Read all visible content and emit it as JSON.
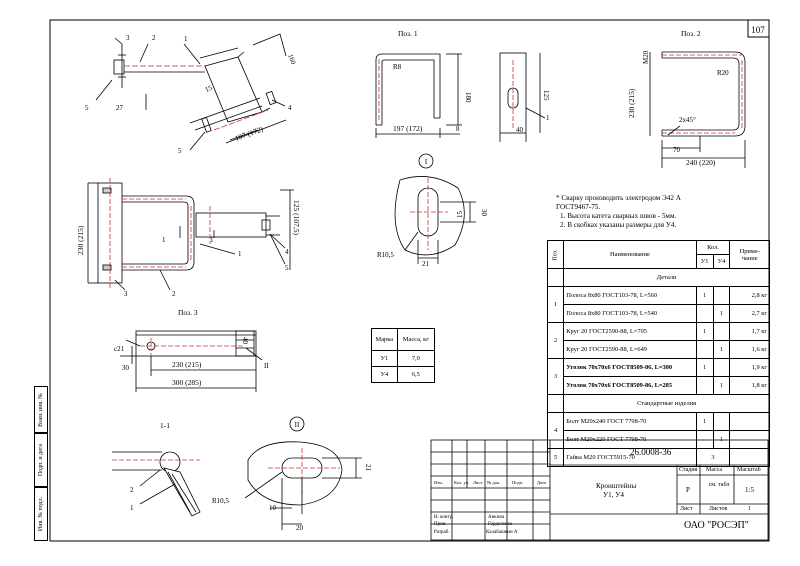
{
  "sheet_number": "107",
  "views": {
    "poz1_label": "Поз. 1",
    "poz2_label": "Поз. 2",
    "poz3_label": "Поз. 3",
    "section_label": "1-1",
    "detail1_label": "I",
    "detail2_label": "II"
  },
  "dimensions": {
    "d_197_172_a": "197 (172)",
    "d_197_172_b": "197 (172)",
    "d_160": "160",
    "d_15_top": "15",
    "d_27": "27",
    "d_r8": "R8",
    "d_180": "180",
    "d_8": "8",
    "d_125": "125",
    "d_40": "40",
    "d_m20": "M20",
    "d_r20": "R20",
    "d_230_215_a": "230 (215)",
    "d_2x45": "2x45°",
    "d_70": "70",
    "d_240_220": "240 (220)",
    "d_230_215_b": "230 (215)",
    "d_125_1075": "125 (107,5)",
    "d_30_a": "30",
    "d_15_b": "15",
    "d_r105_a": "R10,5",
    "d_21_a": "21",
    "d_c21": "c21",
    "d_40_b": "40",
    "d_30_b": "30",
    "d_230_215_c": "230 (215)",
    "d_300_285": "300 (285)",
    "d_r105_b": "R10,5",
    "d_10": "10",
    "d_20": "20",
    "d_21_b": "21"
  },
  "callouts": [
    "1",
    "2",
    "3",
    "4",
    "5"
  ],
  "notes": {
    "n1": "* Сварку производить электродом Э42 А",
    "n2": "ГОСТ9467-75.",
    "n3": "1. Высота катета сварных швов - 5мм.",
    "n4": "2. В скобках указаны размеры для У4."
  },
  "mass_table": {
    "h_mark": "Марка",
    "h_mass": "Масса, кг",
    "rows": [
      {
        "mark": "У1",
        "mass": "7,0"
      },
      {
        "mark": "У4",
        "mass": "6,5"
      }
    ]
  },
  "spec_table": {
    "h_pos": "Поз.",
    "h_name": "Наименование",
    "h_qty": "Кол.",
    "h_u1": "У1",
    "h_u4": "У4",
    "h_note": "Приме-чание",
    "section_details": "Детали",
    "section_standard": "Стандартные изделия",
    "rows": [
      {
        "pos": "1",
        "name": "Полоса 8х80 ГОСТ103-78, L=560",
        "u1": "1",
        "u4": "",
        "note": "2,8 кг",
        "bold": false
      },
      {
        "pos": "",
        "name": "Полоса 8х80 ГОСТ103-78, L=540",
        "u1": "",
        "u4": "1",
        "note": "2,7 кг",
        "bold": false
      },
      {
        "pos": "2",
        "name": "Круг 20 ГОСТ2590-88, L=705",
        "u1": "1",
        "u4": "",
        "note": "1,7 кг",
        "bold": false
      },
      {
        "pos": "",
        "name": "Круг 20 ГОСТ2590-88, L=649",
        "u1": "",
        "u4": "1",
        "note": "1,6 кг",
        "bold": false
      },
      {
        "pos": "3",
        "name": "Уголок 70х70х6 ГОСТ8509-86, L=300",
        "u1": "1",
        "u4": "",
        "note": "1,9 кг",
        "bold": true
      },
      {
        "pos": "",
        "name": "Уголок 70х70х6 ГОСТ8509-86, L=285",
        "u1": "",
        "u4": "1",
        "note": "1,8 кг",
        "bold": true
      }
    ],
    "std_rows": [
      {
        "pos": "4",
        "name": "Болт М20х240 ГОСТ 7798-70",
        "u1": "1",
        "u4": "",
        "note": ""
      },
      {
        "pos": "",
        "name": "Болт М20х220 ГОСТ 7798-70",
        "u1": "",
        "u4": "1",
        "note": ""
      },
      {
        "pos": "5",
        "name": "Гайка М20 ГОСТ5915-70",
        "u1": "3",
        "u4": "",
        "note": ""
      }
    ]
  },
  "title_block": {
    "doc_code": "26.0008-36",
    "title_line1": "Кронштейны",
    "title_line2": "У1, У4",
    "h_stage": "Стадия",
    "h_mass": "Масса",
    "h_scale": "Масштаб",
    "stage": "Р",
    "mass": "см. табл",
    "scale": "1:5",
    "h_sheet": "Лист",
    "h_sheets": "Листов",
    "sheets": "1",
    "company": "ОАО \"РОСЭП\"",
    "col_izm": "Изм.",
    "col_kol": "Кол. уч.",
    "col_list": "Лист",
    "col_ndok": "№ док.",
    "col_podp": "Подп.",
    "col_data": "Дата",
    "role_nkontr": "Н. контр.",
    "role_prov": "Пров.",
    "role_razrab": "Разраб.",
    "name_nkontr": "Анкина",
    "name_prov": "Горделенко",
    "name_razrab": "Калабашкин А"
  },
  "side_stamps": {
    "inv_orig": "Инв. № подл.",
    "sign_date": "Подп. и дата",
    "vzam_inv": "Взам. инв. №"
  }
}
